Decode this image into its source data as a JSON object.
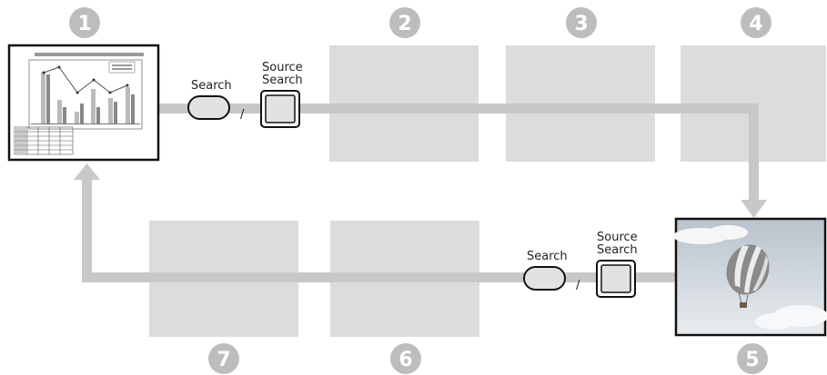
{
  "steps": {
    "s1": "1",
    "s2": "2",
    "s3": "3",
    "s4": "4",
    "s5": "5",
    "s6": "6",
    "s7": "7"
  },
  "controls": {
    "top": {
      "search_label": "Search",
      "source_search_line1": "Source",
      "source_search_line2": "Search",
      "separator": "/"
    },
    "bottom": {
      "search_label": "Search",
      "source_search_line1": "Source",
      "source_search_line2": "Search",
      "separator": "/"
    }
  },
  "colors": {
    "path": "#c8c8c8",
    "panel": "#dcdcdc",
    "badge": "#bdbdbd",
    "button_fill": "#e2e2e2",
    "sky": "#ccd4dc"
  },
  "icons": {
    "source1": "chart-screen-icon",
    "source5": "hot-air-balloon-image-icon"
  }
}
